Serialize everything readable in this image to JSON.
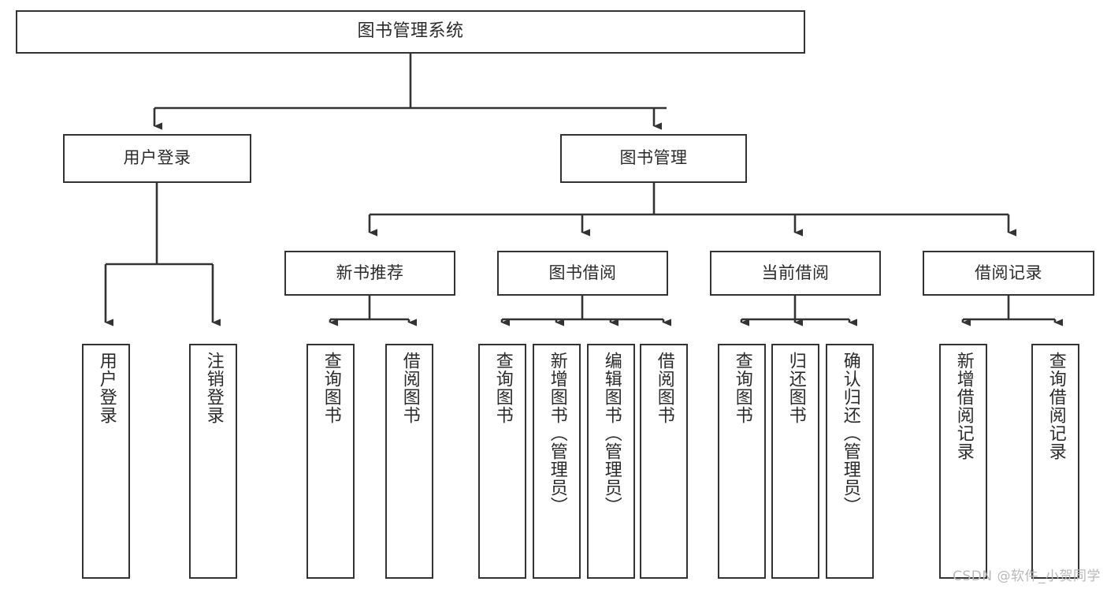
{
  "diagram": {
    "title": "图书管理系统",
    "type": "tree-hierarchy",
    "colors": {
      "box_border": "#333333",
      "box_fill": "#ffffff",
      "text": "#2b2b2b",
      "connector": "#333333",
      "watermark": "#b9b9b9",
      "canvas": "#ffffff"
    },
    "root": {
      "label": "图书管理系统"
    },
    "level1": [
      {
        "label": "用户登录"
      },
      {
        "label": "图书管理"
      }
    ],
    "level2": [
      {
        "label": "新书推荐"
      },
      {
        "label": "图书借阅"
      },
      {
        "label": "当前借阅"
      },
      {
        "label": "借阅记录"
      }
    ],
    "leaves": {
      "user_login": [
        {
          "label": "用户登录"
        },
        {
          "label": "注销登录"
        }
      ],
      "new_book_recommend": [
        {
          "label": "查询图书"
        },
        {
          "label": "借阅图书"
        }
      ],
      "book_borrow": [
        {
          "label": "查询图书"
        },
        {
          "label": "新增图书（管理员）"
        },
        {
          "label": "编辑图书（管理员）"
        },
        {
          "label": "借阅图书"
        }
      ],
      "current_borrow": [
        {
          "label": "查询图书"
        },
        {
          "label": "归还图书"
        },
        {
          "label": "确认归还（管理员）"
        }
      ],
      "borrow_record": [
        {
          "label": "新增借阅记录"
        },
        {
          "label": "查询借阅记录"
        }
      ]
    }
  },
  "watermark": {
    "text": "CSDN @软件_小贺同学"
  }
}
